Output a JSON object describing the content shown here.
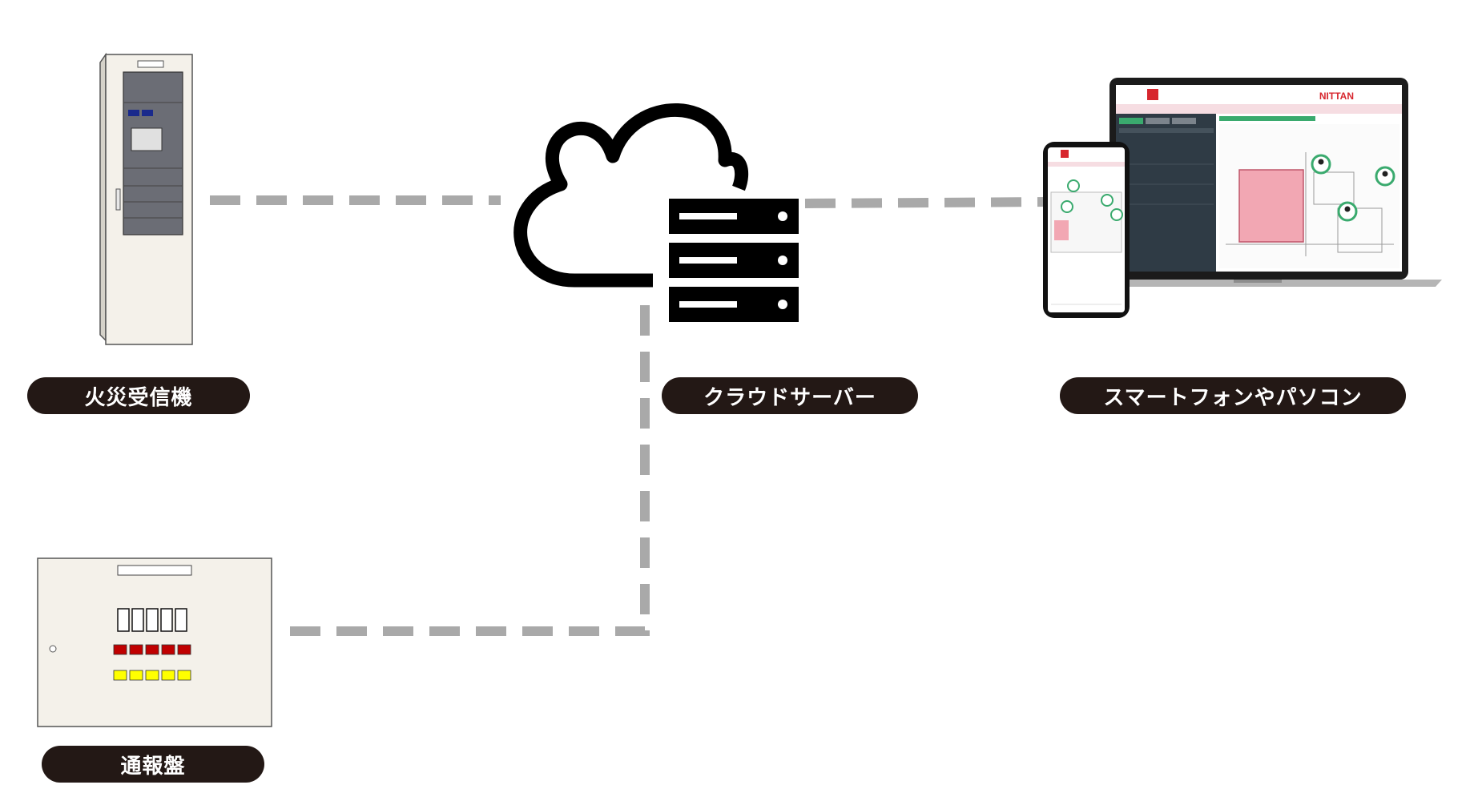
{
  "labels": {
    "fire_receiver": "火災受信機",
    "cloud_server": "クラウドサーバー",
    "smartphone_pc": "スマートフォンやパソコン",
    "alarm_panel": "通報盤"
  },
  "laptop_screen": {
    "brand": "NITTAN"
  },
  "colors": {
    "pill_background": "#231815",
    "pill_text": "#ffffff",
    "connector_line": "#a9a9a9",
    "brand_red": "#d7262e",
    "panel_red_lamp": "#c00000",
    "panel_yellow_lamp": "#ffff00",
    "map_highlight": "#f2a7b3",
    "person_marker": "#3aaa6e"
  },
  "icons": {
    "cloud": "cloud-icon",
    "server": "server-rack-icon",
    "receiver": "fire-receiver-cabinet",
    "panel": "alarm-panel-box",
    "laptop": "laptop-icon",
    "smartphone": "smartphone-icon"
  }
}
